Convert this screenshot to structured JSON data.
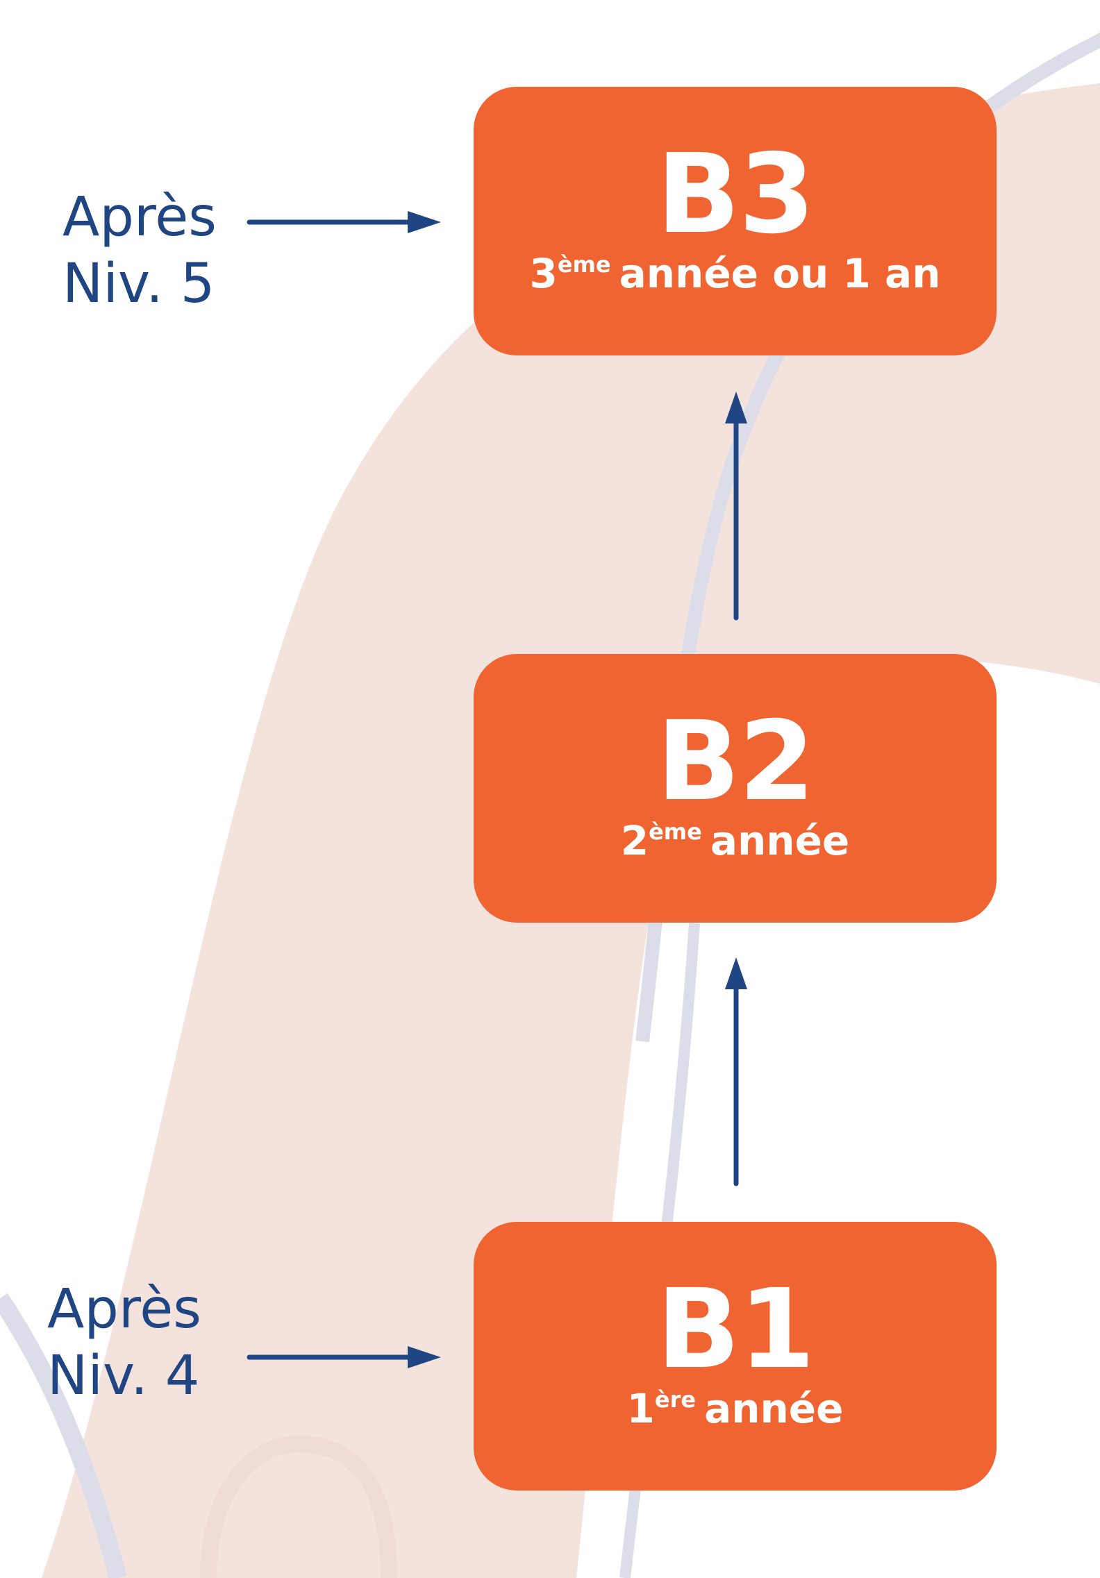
{
  "colors": {
    "box_fill": "#f06431",
    "box_text": "#ffffff",
    "arrow_and_label": "#1f4583",
    "background_band": "#f4e3dc",
    "background_line": "#dcdde8"
  },
  "diagram": {
    "nodes": [
      {
        "id": "B3",
        "code": "B3",
        "ordinal": "3",
        "ordinal_suffix": "ème",
        "subtitle": "année ou 1 an"
      },
      {
        "id": "B2",
        "code": "B2",
        "ordinal": "2",
        "ordinal_suffix": "ème",
        "subtitle": "année"
      },
      {
        "id": "B1",
        "code": "B1",
        "ordinal": "1",
        "ordinal_suffix": "ère",
        "subtitle": "année"
      }
    ],
    "entry_labels": [
      {
        "target": "B3",
        "line1": "Après",
        "line2": "Niv. 5"
      },
      {
        "target": "B1",
        "line1": "Après",
        "line2": "Niv. 4"
      }
    ],
    "edges": [
      {
        "from": "B1",
        "to": "B2",
        "type": "up-arrow"
      },
      {
        "from": "B2",
        "to": "B3",
        "type": "up-arrow"
      },
      {
        "from": "entry_labels.0",
        "to": "B3",
        "type": "right-arrow"
      },
      {
        "from": "entry_labels.1",
        "to": "B1",
        "type": "right-arrow"
      }
    ]
  }
}
